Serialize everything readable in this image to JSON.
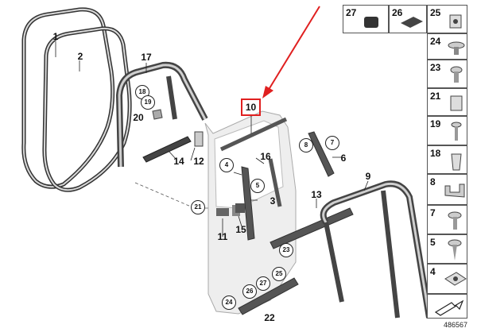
{
  "diagram": {
    "highlight_label": "10",
    "labels": {
      "l1": "1",
      "l2": "2",
      "l17": "17",
      "l20": "20",
      "l14": "14",
      "l12": "12",
      "l16": "16",
      "l6": "6",
      "l3": "3",
      "l9": "9",
      "l13": "13",
      "l11": "11",
      "l15": "15",
      "l22": "22"
    },
    "circle_labels": {
      "c18": "18",
      "c19": "19",
      "c8": "8",
      "c7": "7",
      "c4": "4",
      "c5": "5",
      "c21": "21",
      "c23": "23",
      "c25": "25",
      "c26": "26",
      "c27": "27",
      "c24": "24"
    },
    "side_panel": {
      "top_row": [
        "27",
        "26",
        "25"
      ],
      "column": [
        "24",
        "23",
        "21",
        "19",
        "18",
        "8",
        "7",
        "5",
        "4"
      ]
    },
    "diagram_code": "486567",
    "accent_color": "#e02020"
  }
}
